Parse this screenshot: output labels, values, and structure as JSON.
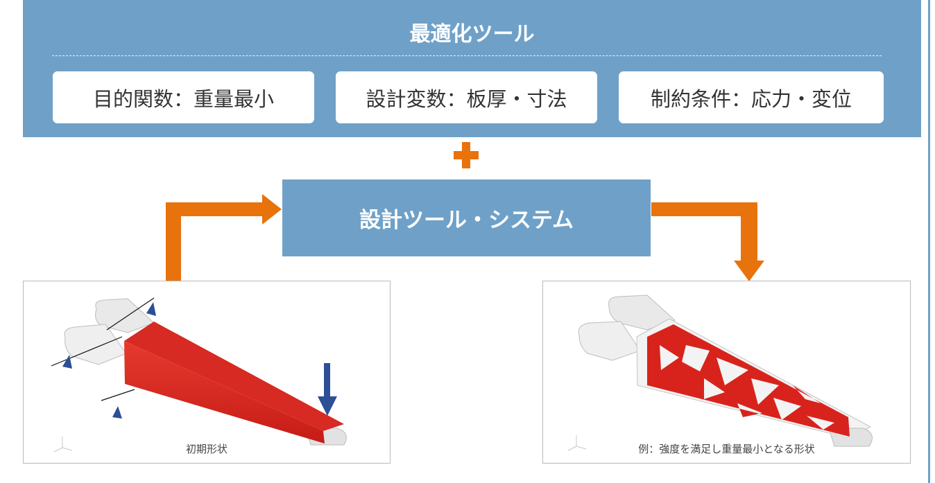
{
  "tool": {
    "title": "最適化ツール",
    "items": [
      {
        "label": "目的関数：重量最小"
      },
      {
        "label": "設計変数：板厚・寸法"
      },
      {
        "label": "制約条件：応力・変位"
      }
    ]
  },
  "plus_icon": "plus-icon",
  "system": {
    "label": "設計ツール・システム"
  },
  "images": {
    "initial": {
      "caption": "初期形状"
    },
    "optimized": {
      "caption": "例：強度を満足し重量最小となる形状"
    }
  },
  "colors": {
    "panel": "#6fa1c8",
    "arrow": "#e8720c",
    "part_red": "#d8231c",
    "support_blue": "#2c4f95"
  }
}
